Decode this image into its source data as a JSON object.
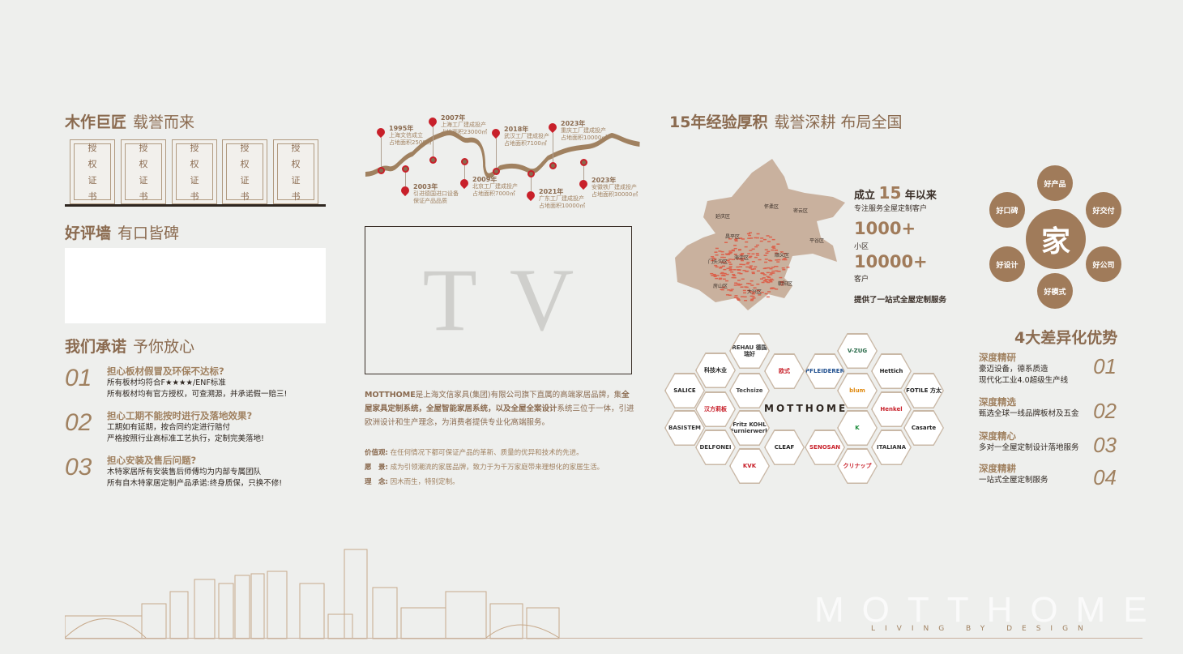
{
  "left": {
    "cert_title": "木作巨匠",
    "cert_sub": "载誉而来",
    "certs": [
      "授",
      "权",
      "证",
      "书"
    ],
    "review_title": "好评墙",
    "review_sub": "有口皆碑",
    "promise_title": "我们承诺",
    "promise_sub": "予你放心",
    "promises": [
      {
        "num": "01",
        "q": "担心板材假冒及环保不达标?",
        "l1": "所有板材均符合F★★★★/ENF标准",
        "l2": "所有板材均有官方授权，可查溯源，并承诺假一赔三!"
      },
      {
        "num": "02",
        "q": "担心工期不能按时进行及落地效果?",
        "l1": "工期如有延期，按合同约定进行赔付",
        "l2": "严格按照行业高标准工艺执行，定制完美落地!"
      },
      {
        "num": "03",
        "q": "担心安装及售后问题?",
        "l1": "木特家居所有安装售后师傅均为内部专属团队",
        "l2": "所有自木特家居定制产品承诺:终身质保，只换不修!"
      }
    ]
  },
  "timeline": [
    {
      "year": "1995年",
      "l1": "上海文信成立",
      "l2": "占地面积2500㎡"
    },
    {
      "year": "2003年",
      "l1": "引进德国进口设备",
      "l2": "保证产品品质"
    },
    {
      "year": "2007年",
      "l1": "上海工厂建成投产",
      "l2": "占地面积23000㎡"
    },
    {
      "year": "2009年",
      "l1": "北京工厂建成投产",
      "l2": "占地面积7000㎡"
    },
    {
      "year": "2018年",
      "l1": "武汉工厂建成投产",
      "l2": "占地面积7100㎡"
    },
    {
      "year": "2021年",
      "l1": "广东工厂建成投产",
      "l2": "占地面积10000㎡"
    },
    {
      "year": "2023年",
      "l1": "重庆工厂建成投产",
      "l2": "占地面积10000㎡"
    },
    {
      "year": "2023年",
      "l1": "安徽铁厂建成投产",
      "l2": "占地面积30000㎡"
    }
  ],
  "tv": "TV",
  "about": {
    "p1a": "MOTTHOME",
    "p1b": "是上海文信家具(集团)有限公司旗下直属的高端家居品牌，集",
    "p1c": "全屋家具定制系统，全屋智能家居系统，以及全屋全案设计",
    "p1d": "系统三位于一体，引进欧洲设计和生产理念，为消费者提供专业化高端服务。",
    "values": [
      {
        "k": "价值观:",
        "v": "在任何情况下都可保证产品的革新、质量的优异和技术的先进。"
      },
      {
        "k": "愿　景:",
        "v": "成为引领潮流的家居品牌，致力于为千万家庭带来理想化的家居生活。"
      },
      {
        "k": "理　念:",
        "v": "因木而生，特别定制。"
      }
    ]
  },
  "right": {
    "title": "15年经验厚积",
    "sub": "载誉深耕 布局全国",
    "map_labels": [
      "怀柔区",
      "密云区",
      "延庆区",
      "昌平区",
      "平谷区",
      "顺义区",
      "门头沟区",
      "海淀区",
      "朝阳区",
      "房山区",
      "大兴区"
    ],
    "stat1a": "成立",
    "stat1n": "15",
    "stat1b": "年以来",
    "stat1d": "专注服务全屋定制客户",
    "stat2": "1000+",
    "stat2d": "小区",
    "stat3": "10000+",
    "stat3d": "客户",
    "stat4": "提供了一站式全屋定制服务",
    "home": "家",
    "home_items": [
      "好产品",
      "好交付",
      "好公司",
      "好模式",
      "好设计",
      "好口碑"
    ],
    "brands_center": "MOTTHOME",
    "brands": [
      "REHAU 德国瑞好",
      "科技木业",
      "欧式",
      "SALICE",
      "Techsize",
      "汉方莉板",
      "BASISTEM",
      "Fritz KOHL Furnierwerk",
      "DELFONEI",
      "CLEAF",
      "KVK",
      "PFLEIDERER",
      "V-ZUG",
      "Hettich",
      "blum",
      "FOTILE 方太",
      "Henkel",
      "Casarte",
      "K",
      "SENOSAN",
      "ITALIANA",
      "クリナップ"
    ],
    "adv_title": "4大差异化优势",
    "adv": [
      {
        "t": "深度精研",
        "l1": "豪迈设备，德系质造",
        "l2": "现代化工业4.0超级生产线",
        "n": "01"
      },
      {
        "t": "深度精选",
        "l1": "甄选全球一线品牌板材及五金",
        "l2": "",
        "n": "02"
      },
      {
        "t": "深度精心",
        "l1": "多对一全屋定制设计落地服务",
        "l2": "",
        "n": "03"
      },
      {
        "t": "深度精耕",
        "l1": "一站式全屋定制服务",
        "l2": "",
        "n": "04"
      }
    ]
  },
  "footer": {
    "logo": "MOTTHOME",
    "tagline": "LIVING BY DESIGN"
  },
  "colors": {
    "bg": "#eeefed",
    "accent": "#a07b5a",
    "pin": "#c8202a"
  }
}
